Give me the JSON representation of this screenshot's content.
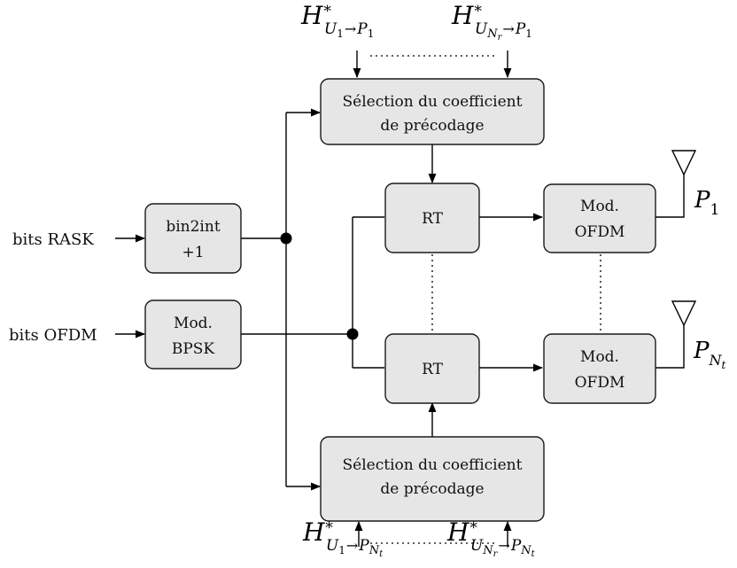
{
  "inputs": {
    "rask": "bits RASK",
    "ofdm": "bits OFDM"
  },
  "blocks": {
    "bin2int_line1": "bin2int",
    "bin2int_line2": "+1",
    "bpsk_line1": "Mod.",
    "bpsk_line2": "BPSK",
    "sel_top_line1": "Sélection du coefficient",
    "sel_top_line2": "de précodage",
    "sel_bot_line1": "Sélection du coefficient",
    "sel_bot_line2": "de précodage",
    "rt_top": "RT",
    "rt_bot": "RT",
    "ofdm_top_line1": "Mod.",
    "ofdm_top_line2": "OFDM",
    "ofdm_bot_line1": "Mod.",
    "ofdm_bot_line2": "OFDM"
  },
  "channels": {
    "top_left": {
      "base": "H",
      "sup": "*",
      "sub1": "U",
      "sub1sub": "1",
      "arrow": "→",
      "sub2": "P",
      "sub2sub": "1"
    },
    "top_right": {
      "base": "H",
      "sup": "*",
      "sub1": "U",
      "sub1sub": "N",
      "sub1subsub": "r",
      "arrow": "→",
      "sub2": "P",
      "sub2sub": "1"
    },
    "bot_left": {
      "base": "H",
      "sup": "*",
      "sub1": "U",
      "sub1sub": "1",
      "arrow": "→",
      "sub2": "P",
      "sub2sub": "N",
      "sub2subsub": "t"
    },
    "bot_right": {
      "base": "H",
      "sup": "*",
      "sub1": "U",
      "sub1sub": "N",
      "sub1subsub": "r",
      "arrow": "→",
      "sub2": "P",
      "sub2sub": "N",
      "sub2subsub": "t"
    }
  },
  "antennas": {
    "top": {
      "base": "P",
      "sub": "1"
    },
    "bot": {
      "base": "P",
      "sub": "N",
      "subsub": "t"
    }
  }
}
